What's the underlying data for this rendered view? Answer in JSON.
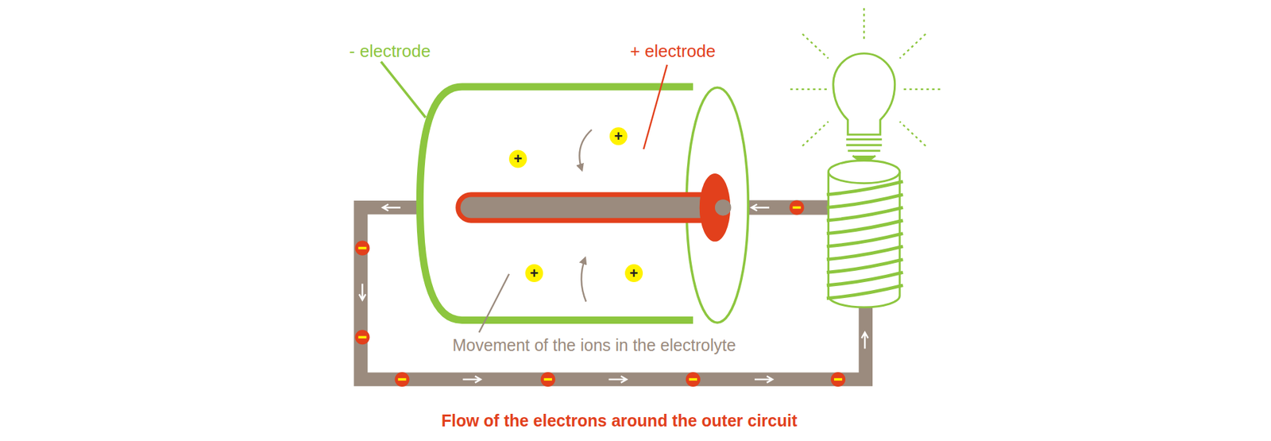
{
  "diagram": {
    "caption": "Flow of the electrons around the outer circuit",
    "labels": [
      "- electrode",
      "+ electrode",
      "Movement of the ions in the electrolyte",
      "+",
      "+",
      "+",
      "+"
    ]
  }
}
